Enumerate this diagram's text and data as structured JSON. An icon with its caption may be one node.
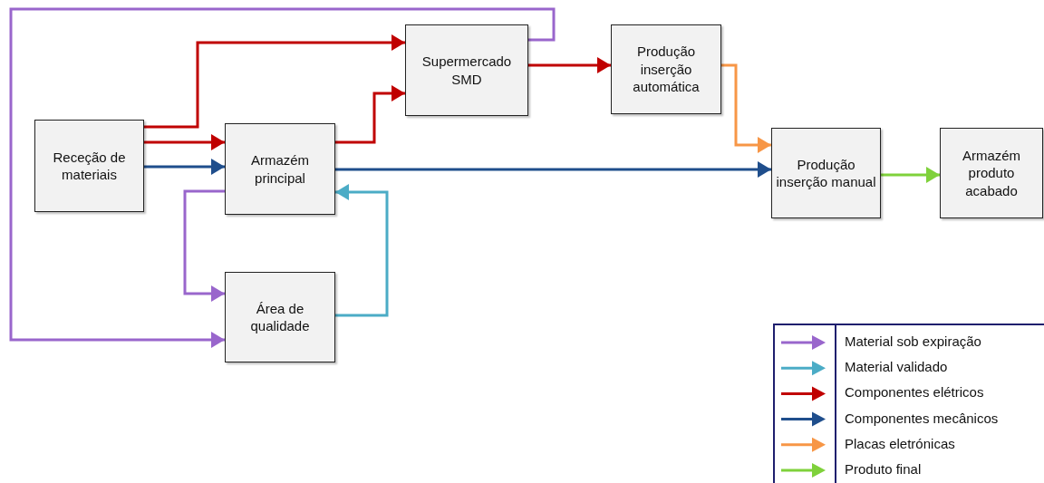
{
  "diagram": {
    "nodes": [
      {
        "text": [
          "Receção de materiais"
        ]
      },
      {
        "text": [
          "Armazém principal"
        ]
      },
      {
        "text": [
          "Supermercado SMD"
        ]
      },
      {
        "text": [
          "Produção inserção automática"
        ]
      },
      {
        "text": [
          "Produção inserção manual"
        ]
      },
      {
        "text": [
          "Armazém produto acabado"
        ]
      },
      {
        "text": [
          "Área de qualidade"
        ]
      }
    ],
    "edges": [
      {
        "from": 0,
        "to": 2,
        "arrow": "to",
        "color": "#c00000"
      },
      {
        "from": 0,
        "to": 1,
        "arrow": "to",
        "color": "#c00000"
      },
      {
        "from": 0,
        "to": 1,
        "arrow": "to",
        "color": "#1f4e8c"
      },
      {
        "from": 1,
        "to": 2,
        "arrow": "to",
        "color": "#c00000"
      },
      {
        "from": 2,
        "to": 3,
        "arrow": "to",
        "color": "#c00000"
      },
      {
        "from": 3,
        "to": 4,
        "arrow": "to",
        "color": "#f79646"
      },
      {
        "from": 1,
        "to": 4,
        "arrow": "to",
        "color": "#1f4e8c"
      },
      {
        "from": 4,
        "to": 5,
        "arrow": "to",
        "color": "#7fd13b"
      },
      {
        "from": 1,
        "to": 6,
        "arrow": "to",
        "color": "#9966cc"
      },
      {
        "from": 6,
        "to": 1,
        "arrow": "to",
        "color": "#4bacc6"
      },
      {
        "from": 2,
        "to": 6,
        "arrow": "to",
        "color": "#9966cc"
      }
    ],
    "legend": [
      {
        "text": "Material sob expiração",
        "color": "#9966cc"
      },
      {
        "text": "Material validado",
        "color": "#4bacc6"
      },
      {
        "text": "Componentes elétricos",
        "color": "#c00000"
      },
      {
        "text": "Componentes mecânicos",
        "color": "#1f4e8c"
      },
      {
        "text": "Placas eletrónicas",
        "color": "#f79646"
      },
      {
        "text": "Produto final",
        "color": "#7fd13b"
      }
    ]
  }
}
